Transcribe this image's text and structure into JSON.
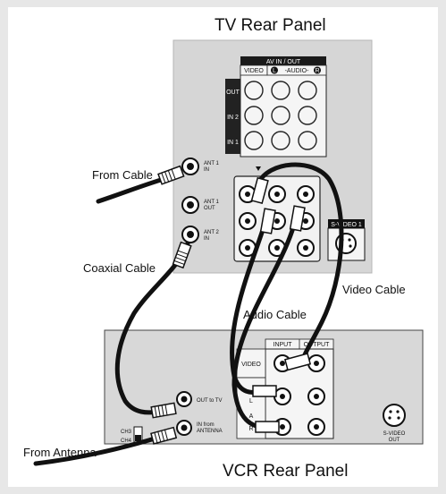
{
  "titles": {
    "tv": "TV Rear Panel",
    "vcr": "VCR Rear Panel"
  },
  "callouts": {
    "from_cable": "From Cable",
    "coaxial_cable": "Coaxial Cable",
    "video_cable": "Video Cable",
    "audio_cable": "Audio Cable",
    "from_antenna": "From Antenna"
  },
  "tv_panel": {
    "av_header": "AV IN / OUT",
    "col_video": "VIDEO",
    "col_audio": "-AUDIO-",
    "audio_left_mark": "L",
    "audio_right_mark": "R",
    "rows": [
      "OUT",
      "IN 2",
      "IN 1"
    ],
    "ant1_in": [
      "ANT 1",
      "IN"
    ],
    "ant1_out": [
      "ANT 1",
      "OUT"
    ],
    "ant2_in": [
      "ANT 2",
      "IN"
    ],
    "svideo": "S-VIDEO 1"
  },
  "vcr_panel": {
    "input": "INPUT",
    "output": "OUTPUT",
    "video": "VIDEO",
    "audio_l": "L",
    "audio_r": "R",
    "audio_mark": "A",
    "out_to_tv": "OUT to TV",
    "in_from_antenna": [
      "IN from",
      "ANTENNA"
    ],
    "ch3": "CH3",
    "ch4": "CH4",
    "svideo_out": [
      "S-VIDEO",
      "OUT"
    ]
  }
}
